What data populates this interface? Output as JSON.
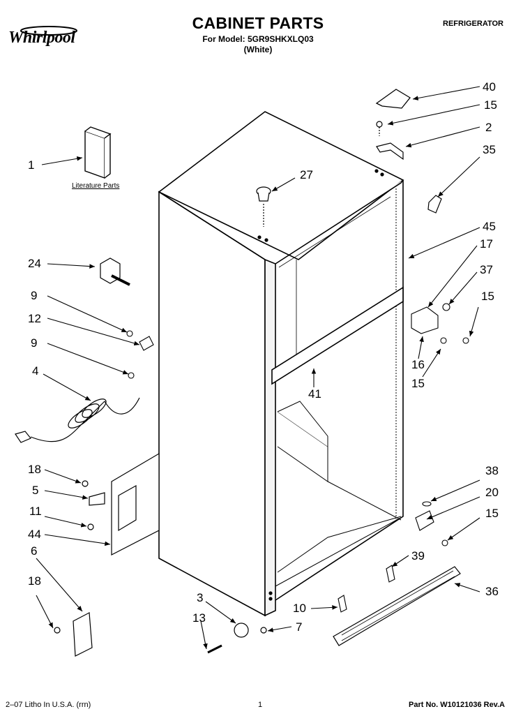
{
  "header": {
    "brand": "Whirlpool",
    "title": "CABINET PARTS",
    "model_line": "For Model: 5GR9SHKXLQ03",
    "color_line": "(White)",
    "category": "REFRIGERATOR"
  },
  "literature_label": "Literature Parts",
  "callouts": [
    {
      "id": "40",
      "label": "40"
    },
    {
      "id": "15a",
      "label": "15"
    },
    {
      "id": "2",
      "label": "2"
    },
    {
      "id": "35",
      "label": "35"
    },
    {
      "id": "1",
      "label": "1"
    },
    {
      "id": "27",
      "label": "27"
    },
    {
      "id": "45",
      "label": "45"
    },
    {
      "id": "17",
      "label": "17"
    },
    {
      "id": "24",
      "label": "24"
    },
    {
      "id": "37",
      "label": "37"
    },
    {
      "id": "15b",
      "label": "15"
    },
    {
      "id": "9a",
      "label": "9"
    },
    {
      "id": "12",
      "label": "12"
    },
    {
      "id": "9b",
      "label": "9"
    },
    {
      "id": "16",
      "label": "16"
    },
    {
      "id": "15c",
      "label": "15"
    },
    {
      "id": "41",
      "label": "41"
    },
    {
      "id": "4",
      "label": "4"
    },
    {
      "id": "18a",
      "label": "18"
    },
    {
      "id": "38",
      "label": "38"
    },
    {
      "id": "5",
      "label": "5"
    },
    {
      "id": "20",
      "label": "20"
    },
    {
      "id": "11",
      "label": "11"
    },
    {
      "id": "15d",
      "label": "15"
    },
    {
      "id": "44",
      "label": "44"
    },
    {
      "id": "6",
      "label": "6"
    },
    {
      "id": "39",
      "label": "39"
    },
    {
      "id": "18b",
      "label": "18"
    },
    {
      "id": "36",
      "label": "36"
    },
    {
      "id": "3",
      "label": "3"
    },
    {
      "id": "10",
      "label": "10"
    },
    {
      "id": "13",
      "label": "13"
    },
    {
      "id": "7",
      "label": "7"
    }
  ],
  "footer": {
    "left": "2–07 Litho In U.S.A. (rrn)",
    "page": "1",
    "part_no": "Part No. W10121036 Rev.A"
  }
}
